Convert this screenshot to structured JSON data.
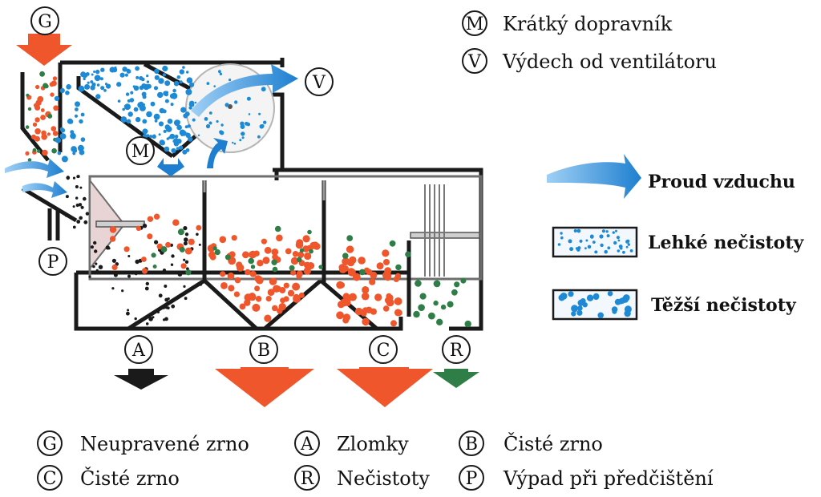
{
  "markers": {
    "G": "G",
    "M": "M",
    "V": "V",
    "P": "P",
    "A": "A",
    "B": "B",
    "C": "C",
    "R": "R"
  },
  "top_legend": [
    {
      "key": "M",
      "text": "Krátký dopravník"
    },
    {
      "key": "V",
      "text": "Výdech od ventilátoru"
    }
  ],
  "right_legend": {
    "airflow": "Proud vzduchu",
    "light": "Lehké nečistoty",
    "heavy": "Těžší nečistoty"
  },
  "bottom_legend": [
    {
      "key": "G",
      "text": "Neupravené zrno"
    },
    {
      "key": "A",
      "text": "Zlomky"
    },
    {
      "key": "B",
      "text": "Čisté zrno"
    },
    {
      "key": "C",
      "text": "Čisté zrno"
    },
    {
      "key": "R",
      "text": "Nečistoty"
    },
    {
      "key": "P",
      "text": "Výpad při předčištění"
    }
  ],
  "colors": {
    "grain": "#f0562c",
    "blue": "#1e8ad6",
    "green": "#2f7d47",
    "black": "#1a1a1a",
    "outline": "#1a1a1a"
  }
}
